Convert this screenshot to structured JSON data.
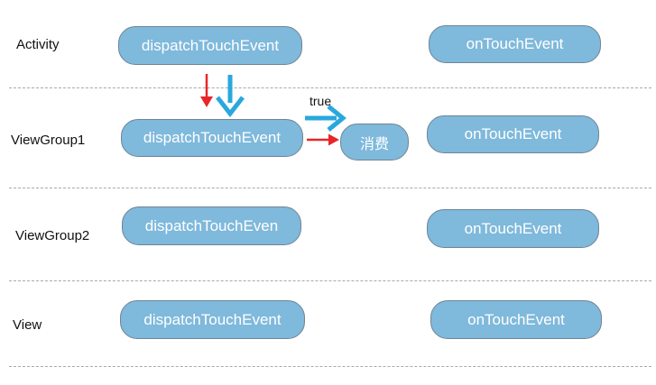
{
  "rows": [
    {
      "label": "Activity",
      "dispatch": "dispatchTouchEvent",
      "handler": "onTouchEvent"
    },
    {
      "label": "ViewGroup1",
      "dispatch": "dispatchTouchEvent",
      "handler": "onTouchEvent"
    },
    {
      "label": "ViewGroup2",
      "dispatch": "dispatchTouchEven",
      "handler": "onTouchEvent"
    },
    {
      "label": "View",
      "dispatch": "dispatchTouchEvent",
      "handler": "onTouchEvent"
    }
  ],
  "consume_label": "消费",
  "return_label": "true",
  "colors": {
    "node_fill": "#7fb9dc",
    "node_border": "#6f8596",
    "red_arrow": "#e8262a",
    "blue_arrow": "#29a8dc"
  }
}
